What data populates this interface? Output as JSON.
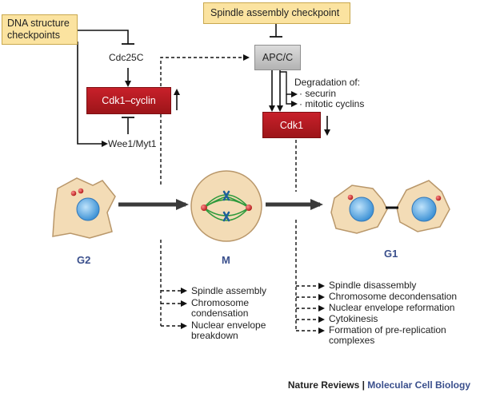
{
  "checkpoints": {
    "dna": "DNA structure checkpoints",
    "spindle": "Spindle assembly checkpoint"
  },
  "regulators": {
    "cdc25c": "Cdc25C",
    "wee1": "Wee1/Myt1",
    "apcc": "APC/C"
  },
  "kinases": {
    "cdk1_cyclin": "Cdk1–cyclin",
    "cdk1": "Cdk1"
  },
  "degradation": {
    "heading": "Degradation of:",
    "items": [
      "· securin",
      "· mitotic cyclins"
    ]
  },
  "phases": {
    "g2": "G2",
    "m": "M",
    "g1": "G1"
  },
  "m_events": [
    "Spindle assembly",
    "Chromosome condensation",
    "Nuclear envelope breakdown"
  ],
  "g1_events": [
    "Spindle disassembly",
    "Chromosome decondensation",
    "Nuclear envelope reformation",
    "Cytokinesis",
    "Formation of pre-replication complexes"
  ],
  "credit": {
    "journal": "Nature Reviews",
    "separator": " | ",
    "title": "Molecular Cell Biology"
  },
  "colors": {
    "checkpoint_fill": "#fbe3a0",
    "kinase_fill": "#b71c22",
    "apcc_fill": "#c8c8c8",
    "cell_fill": "#f3dcb6",
    "nucleus": "#5aa8e0",
    "spindle": "#2e9a3c",
    "phase_label": "#3a4f8c"
  }
}
